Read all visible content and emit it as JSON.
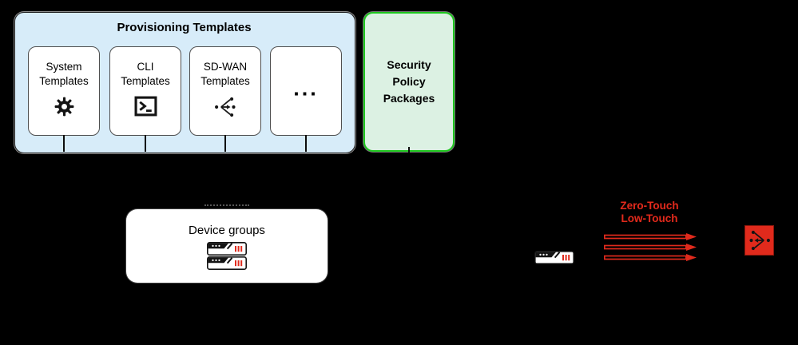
{
  "colors": {
    "background": "#000000",
    "provisioning_panel_fill": "#D7ECF9",
    "security_panel_fill": "#DCF1E3",
    "security_panel_border": "#1EC71E",
    "accent_red": "#E02A1C",
    "ink": "#141414",
    "card_fill": "#FFFFFF"
  },
  "provisioning_panel": {
    "title": "Provisioning Templates",
    "cards": [
      {
        "line1": "System",
        "line2": "Templates",
        "icon": "gear-icon"
      },
      {
        "line1": "CLI",
        "line2": "Templates",
        "icon": "cli-terminal-icon"
      },
      {
        "line1": "SD-WAN",
        "line2": "Templates",
        "icon": "sdwan-branch-icon"
      },
      {
        "ellipsis": "...",
        "icon": "ellipsis"
      }
    ]
  },
  "security_panel": {
    "line1": "Security",
    "line2": "Policy",
    "line3": "Packages"
  },
  "device_groups_panel": {
    "title": "Device groups",
    "icon": "firewall-device-stack-icon"
  },
  "flow": {
    "label_line1": "Zero-Touch",
    "label_line2": "Low-Touch",
    "arrow_count": 3,
    "source_icon": "firewall-device-icon",
    "target_icon": "sdwan-red-box-icon"
  }
}
